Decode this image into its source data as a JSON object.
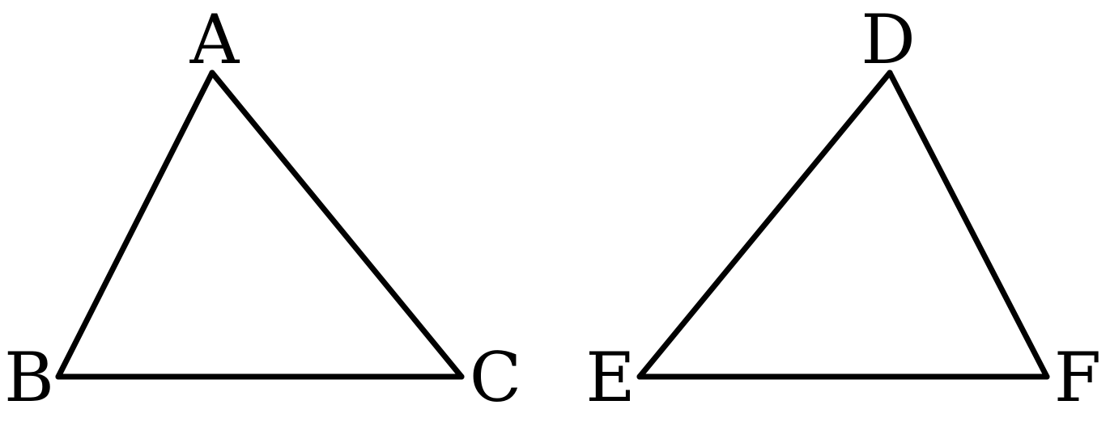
{
  "colors": {
    "background": "#ffffff",
    "stroke": "#000000"
  },
  "triangles": [
    {
      "name": "ABC",
      "vertices": {
        "top": "A",
        "left": "B",
        "right": "C"
      }
    },
    {
      "name": "DEF",
      "vertices": {
        "top": "D",
        "left": "E",
        "right": "F"
      }
    }
  ]
}
